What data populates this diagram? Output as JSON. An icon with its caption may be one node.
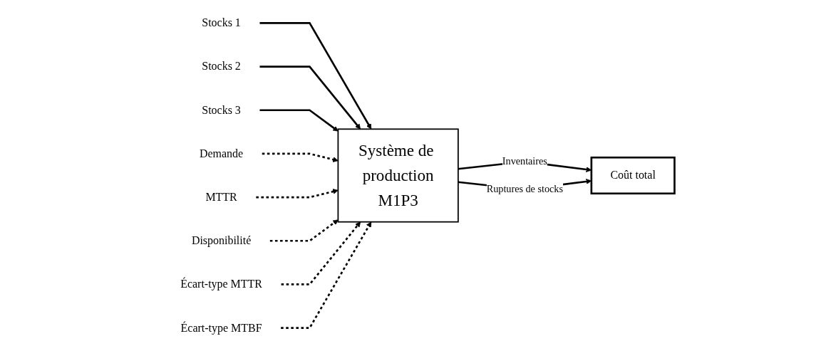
{
  "diagram": {
    "nodes": [
      {
        "text": [
          "Stocks 1"
        ]
      },
      {
        "text": [
          "Stocks 2"
        ]
      },
      {
        "text": [
          "Stocks 3"
        ]
      },
      {
        "text": [
          "Demande"
        ]
      },
      {
        "text": [
          "MTTR"
        ]
      },
      {
        "text": [
          "Disponibilité"
        ]
      },
      {
        "text": [
          "Écart-type MTTR"
        ]
      },
      {
        "text": [
          "Écart-type MTBF"
        ]
      },
      {
        "text": [
          "Système de production",
          "M1P3"
        ]
      },
      {
        "text": [
          "Coût total"
        ]
      }
    ],
    "edges": [
      {
        "from": 0,
        "to": 8,
        "arrow": "to"
      },
      {
        "from": 1,
        "to": 8,
        "arrow": "to"
      },
      {
        "from": 2,
        "to": 8,
        "arrow": "to"
      },
      {
        "from": 3,
        "to": 8,
        "arrow": "to",
        "style": "dashed"
      },
      {
        "from": 4,
        "to": 8,
        "arrow": "to",
        "style": "dashed"
      },
      {
        "from": 5,
        "to": 8,
        "arrow": "to",
        "style": "dashed"
      },
      {
        "from": 6,
        "to": 8,
        "arrow": "to",
        "style": "dashed"
      },
      {
        "from": 7,
        "to": 8,
        "arrow": "to",
        "style": "dashed"
      },
      {
        "from": 8,
        "to": 9,
        "arrow": "to",
        "label": "Inventaires"
      },
      {
        "from": 8,
        "to": 9,
        "arrow": "to",
        "label": "Ruptures de stocks"
      }
    ]
  }
}
